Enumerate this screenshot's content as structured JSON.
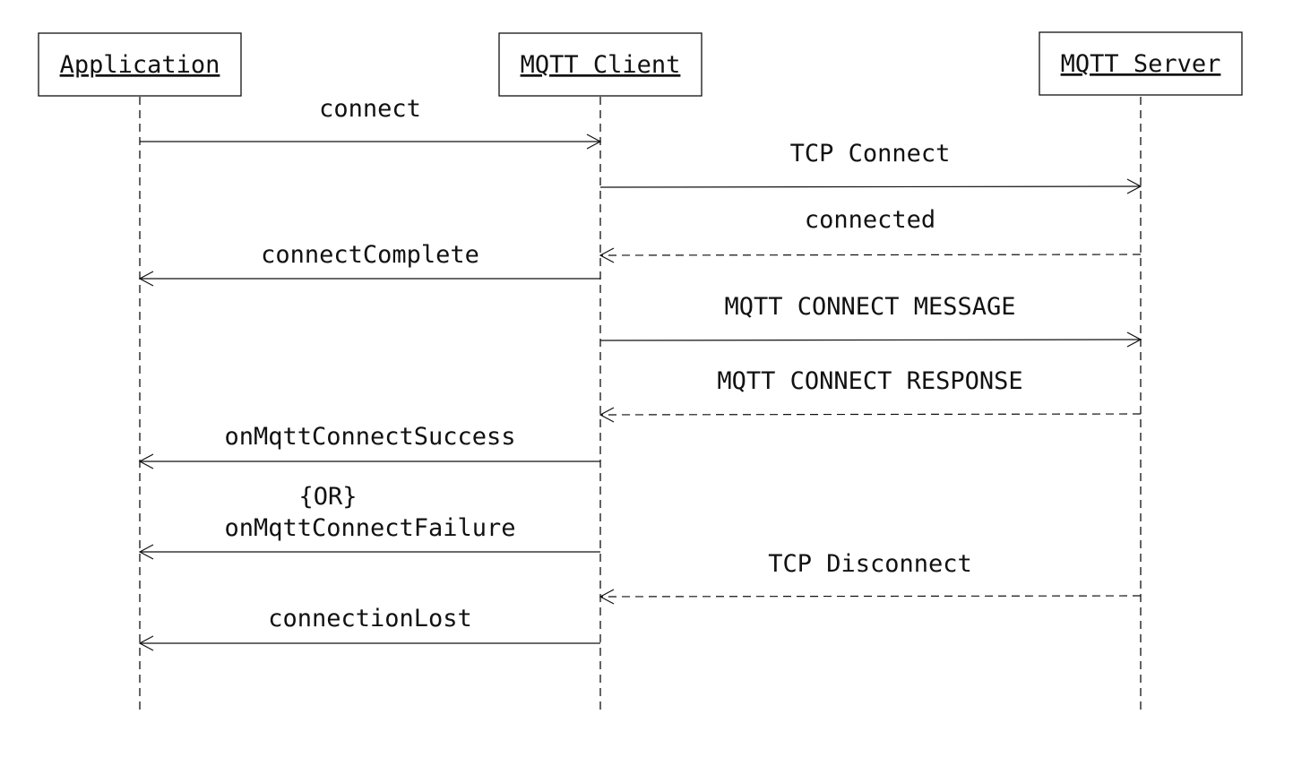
{
  "diagram": {
    "type": "sequence",
    "colors": {
      "stroke": "#111111",
      "background": "#ffffff"
    },
    "actors": [
      {
        "id": "app",
        "name": "Application"
      },
      {
        "id": "client",
        "name": "MQTT Client"
      },
      {
        "id": "server",
        "name": "MQTT Server"
      }
    ],
    "messages": [
      {
        "from": "app",
        "to": "client",
        "label": "connect",
        "style": "solid"
      },
      {
        "from": "client",
        "to": "server",
        "label": "TCP Connect",
        "style": "solid"
      },
      {
        "from": "server",
        "to": "client",
        "label": "connected",
        "style": "dashed"
      },
      {
        "from": "client",
        "to": "app",
        "label": "connectComplete",
        "style": "solid"
      },
      {
        "from": "client",
        "to": "server",
        "label": "MQTT CONNECT MESSAGE",
        "style": "solid"
      },
      {
        "from": "server",
        "to": "client",
        "label": "MQTT CONNECT RESPONSE",
        "style": "dashed"
      },
      {
        "from": "client",
        "to": "app",
        "label": "onMqttConnectSuccess",
        "style": "solid"
      },
      {
        "from": "client",
        "to": "app",
        "label": "onMqttConnectFailure",
        "style": "solid"
      },
      {
        "from": "server",
        "to": "client",
        "label": "TCP Disconnect",
        "style": "dashed"
      },
      {
        "from": "client",
        "to": "app",
        "label": "connectionLost",
        "style": "solid"
      }
    ],
    "notes": {
      "alternative": "{OR}"
    }
  }
}
